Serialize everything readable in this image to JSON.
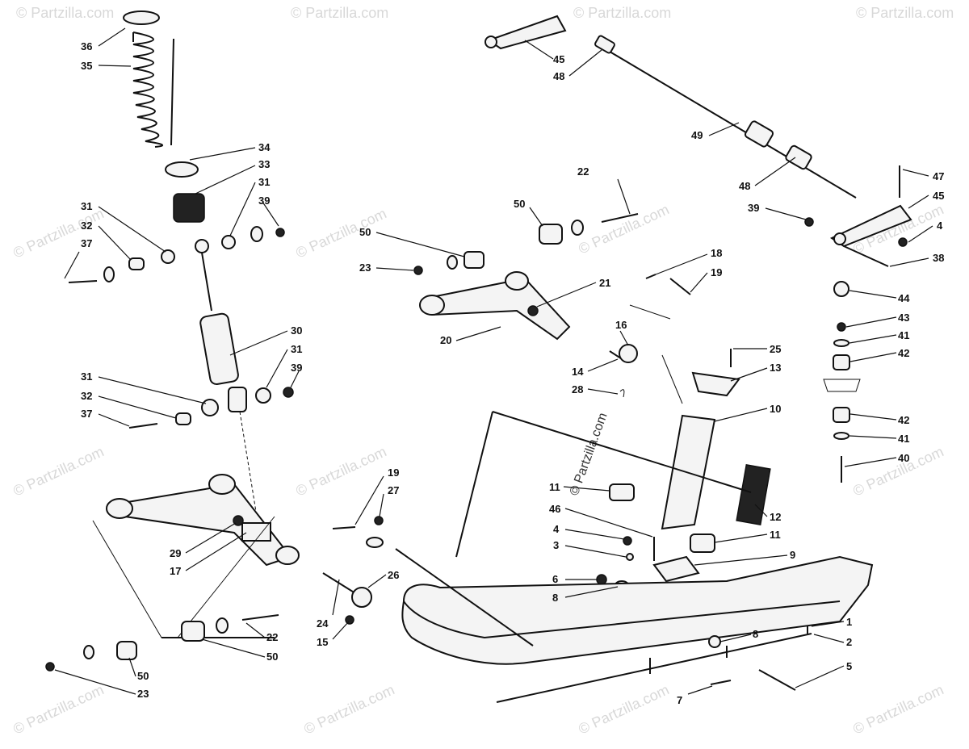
{
  "watermark": "© Partzilla.com",
  "footer_caption": "",
  "callouts": [
    {
      "id": "c36",
      "text": "36"
    },
    {
      "id": "c35",
      "text": "35"
    },
    {
      "id": "c34",
      "text": "34"
    },
    {
      "id": "c33",
      "text": "33"
    },
    {
      "id": "c31a",
      "text": "31"
    },
    {
      "id": "c39a",
      "text": "39"
    },
    {
      "id": "c31b",
      "text": "31"
    },
    {
      "id": "c32a",
      "text": "32"
    },
    {
      "id": "c37a",
      "text": "37"
    },
    {
      "id": "c30",
      "text": "30"
    },
    {
      "id": "c31c",
      "text": "31"
    },
    {
      "id": "c39b",
      "text": "39"
    },
    {
      "id": "c31d",
      "text": "31"
    },
    {
      "id": "c32b",
      "text": "32"
    },
    {
      "id": "c37b",
      "text": "37"
    },
    {
      "id": "c29",
      "text": "29"
    },
    {
      "id": "c17",
      "text": "17"
    },
    {
      "id": "c19a",
      "text": "19"
    },
    {
      "id": "c27",
      "text": "27"
    },
    {
      "id": "c26",
      "text": "26"
    },
    {
      "id": "c24",
      "text": "24"
    },
    {
      "id": "c15",
      "text": "15"
    },
    {
      "id": "c22a",
      "text": "22"
    },
    {
      "id": "c50a",
      "text": "50"
    },
    {
      "id": "c50b",
      "text": "50"
    },
    {
      "id": "c23a",
      "text": "23"
    },
    {
      "id": "c45a",
      "text": "45"
    },
    {
      "id": "c48a",
      "text": "48"
    },
    {
      "id": "c49",
      "text": "49"
    },
    {
      "id": "c48b",
      "text": "48"
    },
    {
      "id": "c47",
      "text": "47"
    },
    {
      "id": "c45b",
      "text": "45"
    },
    {
      "id": "c39c",
      "text": "39"
    },
    {
      "id": "c4a",
      "text": "4"
    },
    {
      "id": "c38",
      "text": "38"
    },
    {
      "id": "c44",
      "text": "44"
    },
    {
      "id": "c43",
      "text": "43"
    },
    {
      "id": "c41a",
      "text": "41"
    },
    {
      "id": "c42a",
      "text": "42"
    },
    {
      "id": "c42b",
      "text": "42"
    },
    {
      "id": "c41b",
      "text": "41"
    },
    {
      "id": "c40",
      "text": "40"
    },
    {
      "id": "c22b",
      "text": "22"
    },
    {
      "id": "c50c",
      "text": "50"
    },
    {
      "id": "c50d",
      "text": "50"
    },
    {
      "id": "c23b",
      "text": "23"
    },
    {
      "id": "c18",
      "text": "18"
    },
    {
      "id": "c19b",
      "text": "19"
    },
    {
      "id": "c21",
      "text": "21"
    },
    {
      "id": "c20",
      "text": "20"
    },
    {
      "id": "c16",
      "text": "16"
    },
    {
      "id": "c14",
      "text": "14"
    },
    {
      "id": "c28",
      "text": "28"
    },
    {
      "id": "c25",
      "text": "25"
    },
    {
      "id": "c13",
      "text": "13"
    },
    {
      "id": "c10",
      "text": "10"
    },
    {
      "id": "c12",
      "text": "12"
    },
    {
      "id": "c11a",
      "text": "11"
    },
    {
      "id": "c46",
      "text": "46"
    },
    {
      "id": "c11b",
      "text": "11"
    },
    {
      "id": "c4b",
      "text": "4"
    },
    {
      "id": "c3",
      "text": "3"
    },
    {
      "id": "c9",
      "text": "9"
    },
    {
      "id": "c6",
      "text": "6"
    },
    {
      "id": "c8a",
      "text": "8"
    },
    {
      "id": "c1",
      "text": "1"
    },
    {
      "id": "c8b",
      "text": "8"
    },
    {
      "id": "c2",
      "text": "2"
    },
    {
      "id": "c5",
      "text": "5"
    },
    {
      "id": "c7",
      "text": "7"
    }
  ]
}
